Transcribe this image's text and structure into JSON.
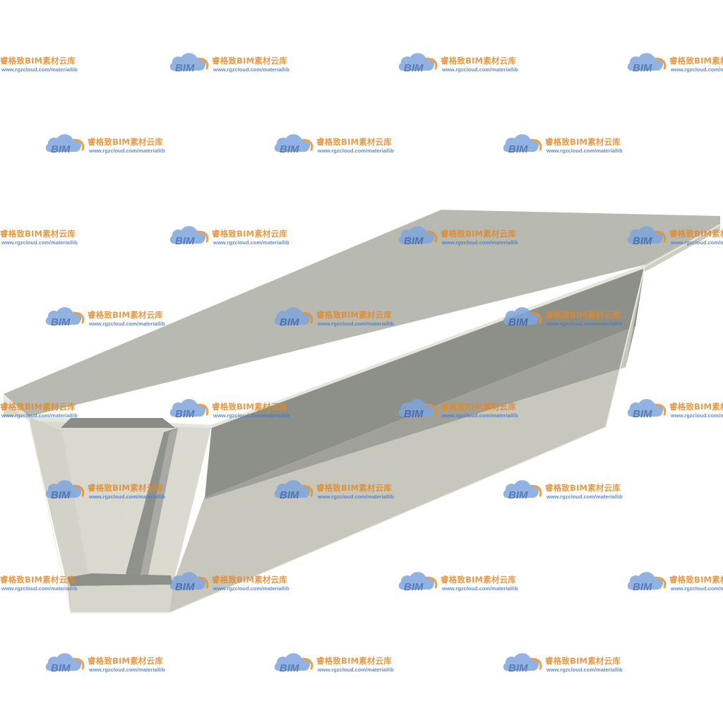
{
  "watermark": {
    "logo_text": "BIM",
    "brand_name": "睿格致BIM素材云库",
    "url": "www.rgzcloud.com/materiallib",
    "icon": "cloud-logo-icon",
    "colors": {
      "cloud_blue": "#4a78c0",
      "cloud_light": "#7fa6dc",
      "accent_orange": "#e8902a"
    }
  },
  "model": {
    "subject": "box-girder-segment",
    "colors": {
      "top_face": "#b7b8ae",
      "front_face": "#dcdcd2",
      "side_face": "#c9c9bf",
      "inner_shadow": "#8c8e88",
      "inner_mid": "#a6a7a0",
      "edge": "#e8e8e0"
    }
  }
}
